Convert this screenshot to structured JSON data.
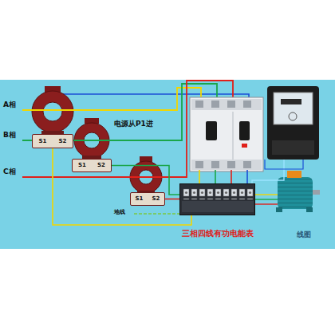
{
  "diagram": {
    "nodes": [
      {
        "text": [
          "S1",
          "S2"
        ]
      },
      {
        "text": [
          "S1",
          "S2"
        ]
      },
      {
        "text": [
          "S1",
          "S2"
        ]
      },
      {
        "text": [
          "三相四线有功电能表"
        ]
      }
    ],
    "edges": [
      {
        "from": 0,
        "to": 3,
        "arrow": "none"
      },
      {
        "from": 1,
        "to": 3,
        "arrow": "none"
      },
      {
        "from": 2,
        "to": 3,
        "arrow": "none"
      }
    ],
    "labels": [
      "A相",
      "B相",
      "C相",
      "电源从P1进",
      "地线",
      "线图"
    ]
  }
}
